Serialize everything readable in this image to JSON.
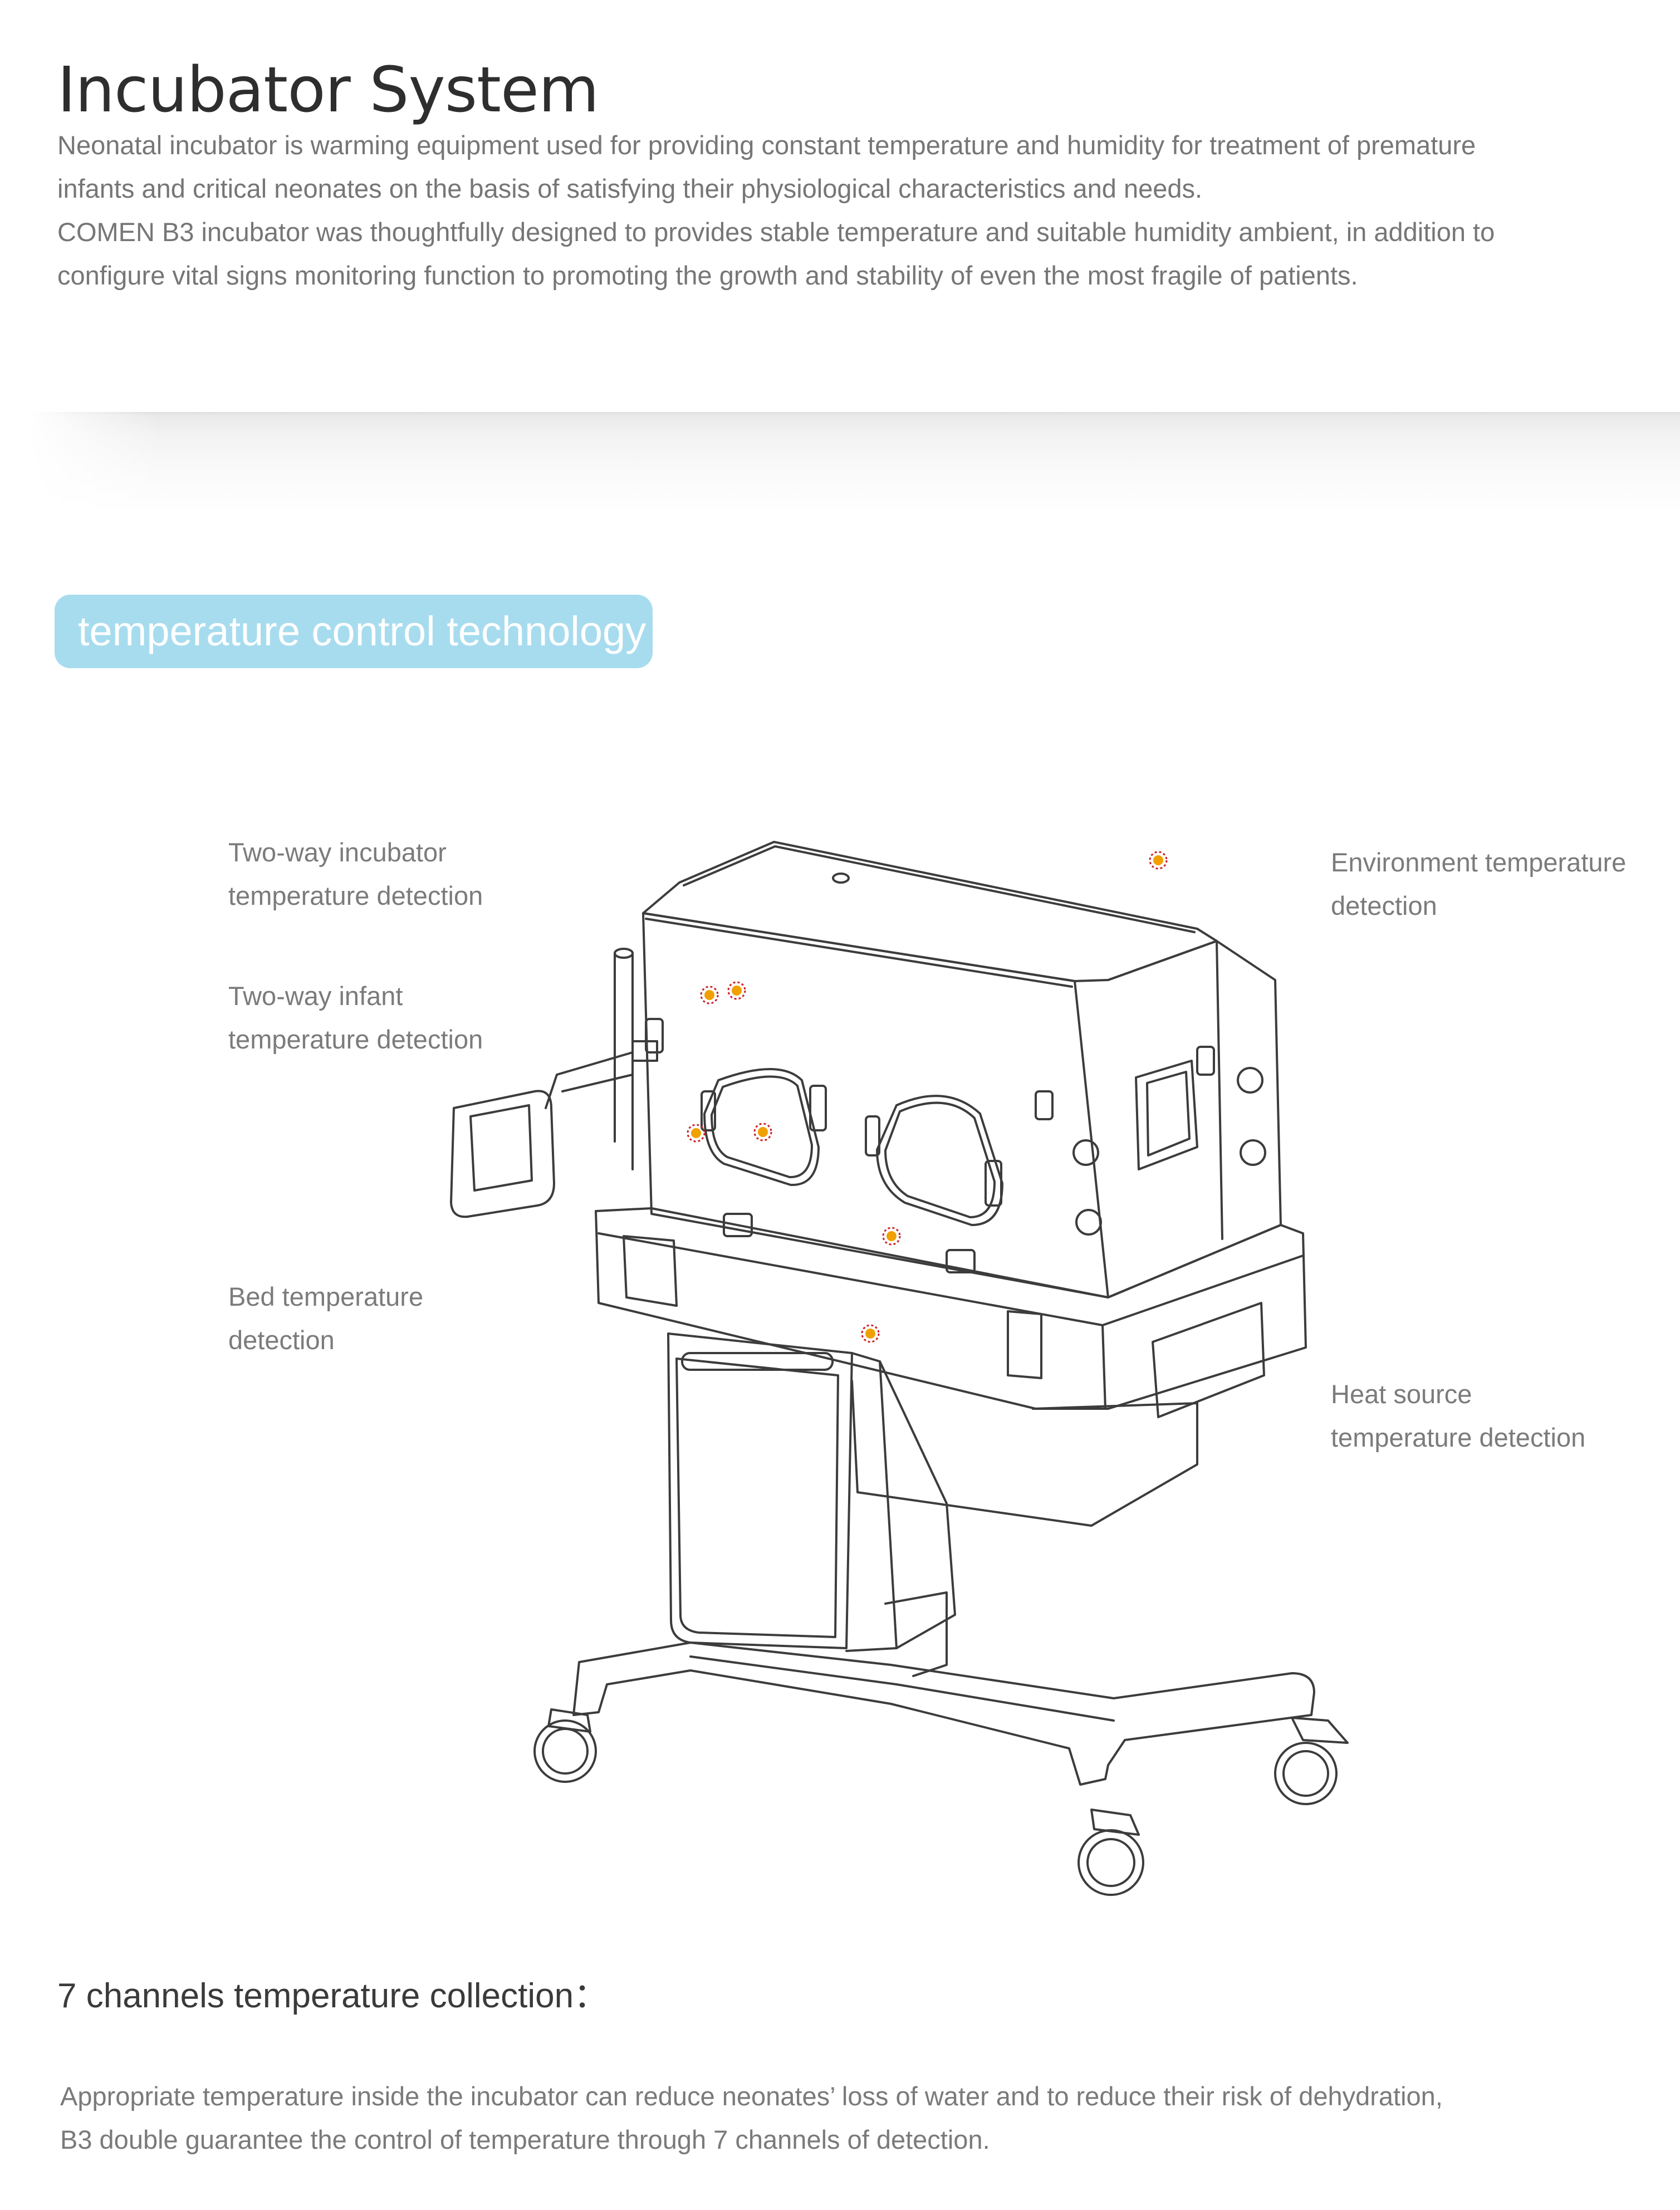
{
  "page": {
    "title": "Incubator System",
    "intro": [
      "Neonatal incubator is warming equipment used for providing constant temperature and humidity for treatment of premature",
      "infants and critical neonates on the basis of satisfying their physiological characteristics and needs.",
      "COMEN B3 incubator was thoughtfully designed to provides stable temperature and suitable humidity ambient, in addition to",
      "configure vital signs monitoring function to promoting the growth and stability of even the most fragile of patients."
    ]
  },
  "section": {
    "badge": "temperature control technology"
  },
  "labels": {
    "incubator_temp": [
      "Two-way incubator",
      "temperature detection"
    ],
    "infant_temp": [
      "Two-way infant",
      "temperature detection"
    ],
    "bed_temp": [
      "Bed temperature",
      "detection"
    ],
    "environment_temp": [
      "Environment temperature",
      "detection"
    ],
    "heat_source_temp": [
      "Heat source",
      "temperature detection"
    ]
  },
  "colors": {
    "accent": "#a7dcee",
    "sensor_fill": "#f0a000",
    "sensor_ring": "#c8202a"
  },
  "footer": {
    "heading": "7 channels temperature collection：",
    "text": [
      "Appropriate temperature inside the incubator can reduce neonates’  loss of water and to reduce their risk of dehydration,",
      "B3 double guarantee the control of temperature through 7 channels of detection."
    ]
  }
}
